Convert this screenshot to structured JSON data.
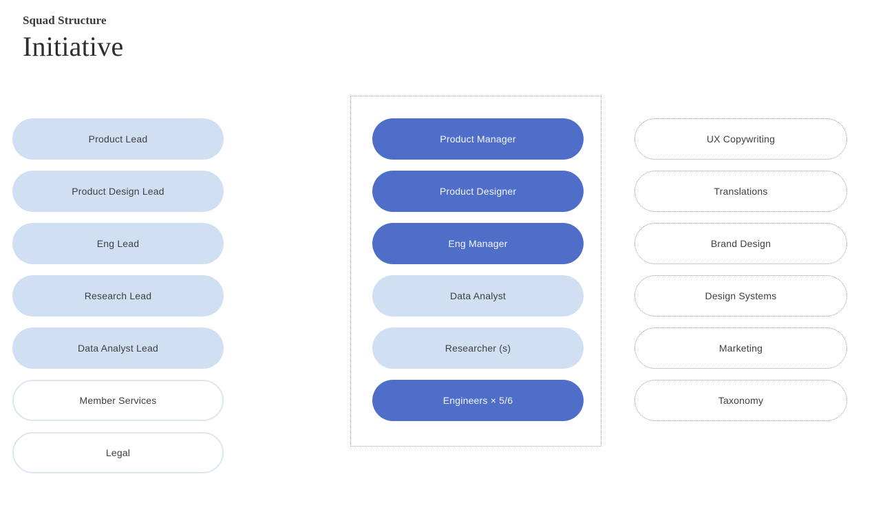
{
  "header": {
    "subtitle": "Squad Structure",
    "title": "Initiative"
  },
  "colors": {
    "background": "#ffffff",
    "light_blue": "#d0e0f2",
    "dark_blue": "#4f6ec8",
    "outline_border": "#dce6f1",
    "dotted_border": "#979797",
    "text_dark": "#3c4043",
    "text_light": "#f2f5fc"
  },
  "columns": {
    "leads": {
      "items": [
        {
          "label": "Product Lead",
          "variant": "filled-light"
        },
        {
          "label": "Product Design Lead",
          "variant": "filled-light"
        },
        {
          "label": "Eng Lead",
          "variant": "filled-light"
        },
        {
          "label": "Research Lead",
          "variant": "filled-light"
        },
        {
          "label": "Data Analyst Lead",
          "variant": "filled-light"
        },
        {
          "label": "Member Services",
          "variant": "outline-solid"
        },
        {
          "label": "Legal",
          "variant": "outline-solid"
        }
      ]
    },
    "squad": {
      "items": [
        {
          "label": "Product Manager",
          "variant": "filled-dark"
        },
        {
          "label": "Product Designer",
          "variant": "filled-dark"
        },
        {
          "label": "Eng Manager",
          "variant": "filled-dark"
        },
        {
          "label": "Data Analyst",
          "variant": "filled-light"
        },
        {
          "label": "Researcher (s)",
          "variant": "filled-light"
        },
        {
          "label": "Engineers × 5/6",
          "variant": "filled-dark"
        }
      ]
    },
    "support": {
      "items": [
        {
          "label": "UX Copywriting",
          "variant": "outline-dotted"
        },
        {
          "label": "Translations",
          "variant": "outline-dotted"
        },
        {
          "label": "Brand Design",
          "variant": "outline-dotted"
        },
        {
          "label": "Design Systems",
          "variant": "outline-dotted"
        },
        {
          "label": "Marketing",
          "variant": "outline-dotted"
        },
        {
          "label": "Taxonomy",
          "variant": "outline-dotted"
        }
      ]
    }
  }
}
